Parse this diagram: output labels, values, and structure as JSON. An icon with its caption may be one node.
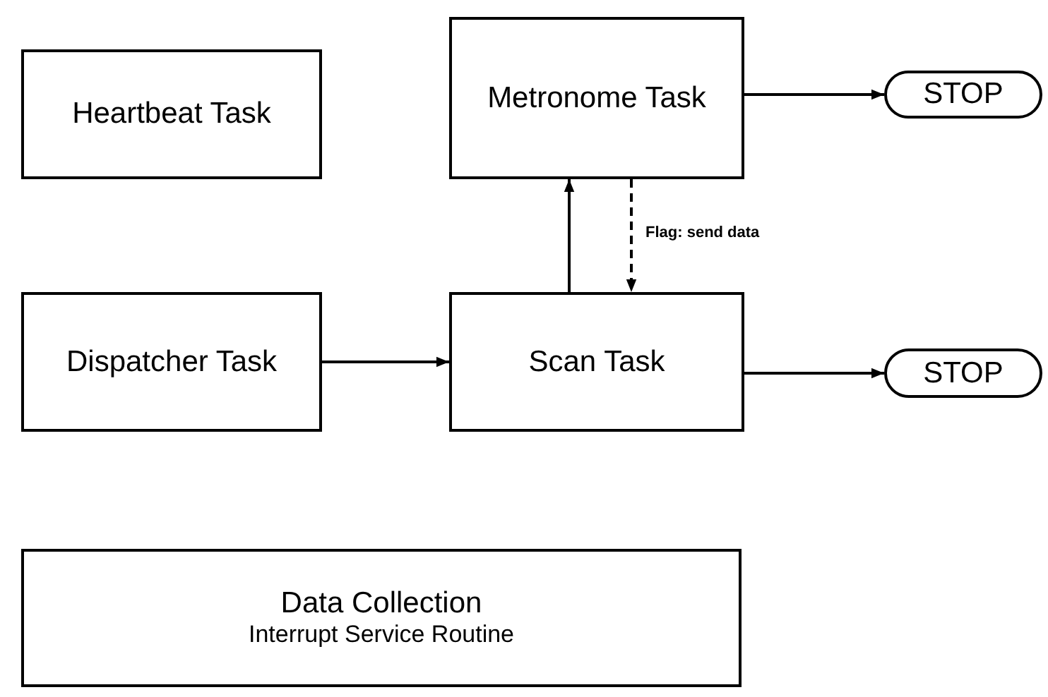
{
  "diagram": {
    "nodes": [
      {
        "text": [
          "Heartbeat Task"
        ]
      },
      {
        "text": [
          "Metronome Task"
        ]
      },
      {
        "text": [
          "STOP"
        ]
      },
      {
        "text": [
          "Dispatcher Task"
        ]
      },
      {
        "text": [
          "Scan Task"
        ]
      },
      {
        "text": [
          "STOP"
        ]
      },
      {
        "text": [
          "Data Collection",
          "Interrupt Service Routine"
        ]
      }
    ],
    "edges": [
      {
        "from": 1,
        "to": 2,
        "arrow": "to"
      },
      {
        "from": 4,
        "to": 1,
        "arrow": "to"
      },
      {
        "from": 1,
        "to": 4,
        "arrow": "to",
        "style": "dashed",
        "label": "Flag: send data"
      },
      {
        "from": 3,
        "to": 4,
        "arrow": "to"
      },
      {
        "from": 4,
        "to": 5,
        "arrow": "to"
      }
    ]
  }
}
